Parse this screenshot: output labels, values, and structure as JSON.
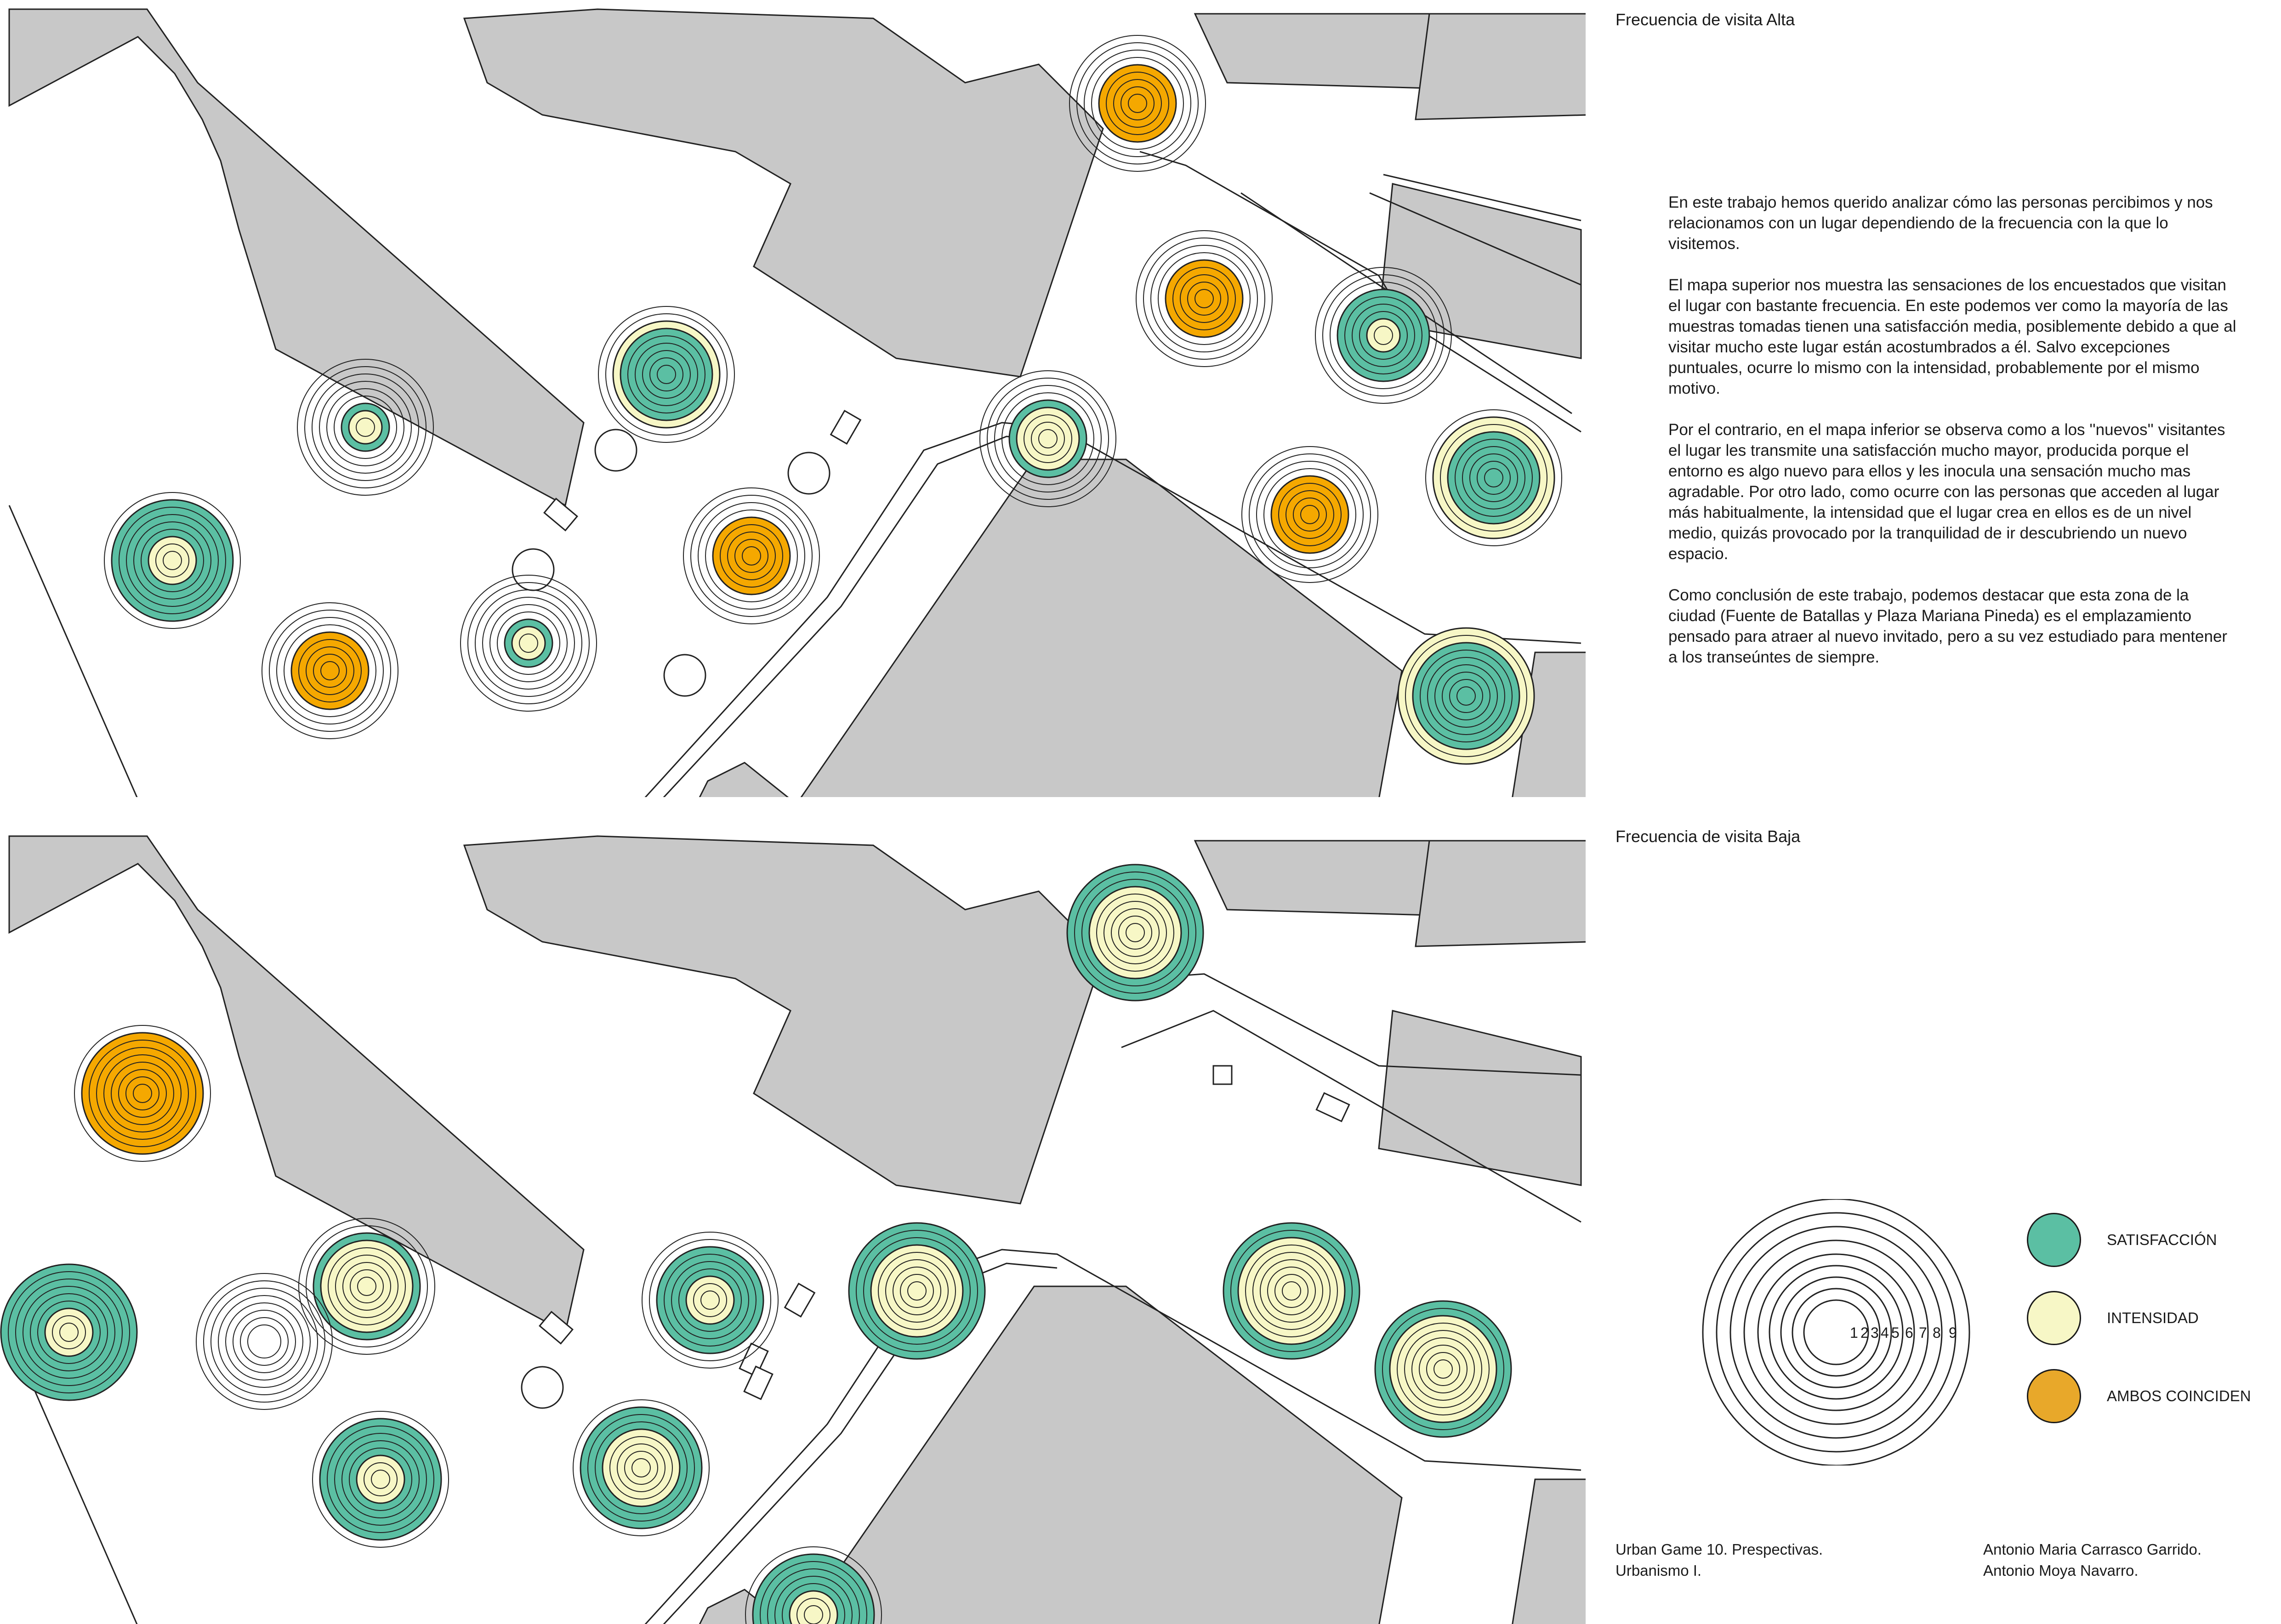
{
  "colors": {
    "satisfaccion": "#5bbfa3",
    "intensidad": "#f7f7c6",
    "ambos": "#f5a800",
    "building": "#c8c8c8",
    "line": "#222222"
  },
  "panels": {
    "top_title": "Frecuencia de visita Alta",
    "bottom_title": "Frecuencia de visita Baja"
  },
  "description": {
    "p1": "En este trabajo hemos querido analizar cómo las personas percibimos y nos relacionamos con un lugar dependiendo de la frecuencia con la que lo visitemos.",
    "p2": "El mapa superior nos muestra las sensaciones de los encuestados que visitan el lugar con bastante frecuencia. En este podemos ver como la mayoría de las muestras tomadas tienen una satisfacción media, posiblemente debido a que al visitar mucho este lugar están acostumbrados a él. Salvo excepciones puntuales, ocurre lo mismo con la intensidad, probablemente por el mismo motivo.",
    "p3": "Por el contrario, en el mapa inferior se observa como a los ''nuevos'' visitantes el lugar les transmite una satisfacción mucho mayor, producida porque el entorno es algo nuevo para ellos y les inocula una sensación mucho mas agradable. Por otro lado, como ocurre con las personas que acceden al lugar más habitualmente, la intensidad que el lugar crea en ellos es de un nivel medio, quizás provocado por la tranquilidad de ir descubriendo un nuevo espacio.",
    "p4": "Como conclusión de este trabajo, podemos destacar que esta zona de la ciudad (Fuente de Batallas y Plaza Mariana Pineda) es el emplazamiento pensado para atraer al nuevo invitado, pero a su vez estudiado para mentener a los transeúntes de siempre."
  },
  "legend": {
    "scale_labels": [
      "1",
      "2",
      "3",
      "4",
      "5",
      "6",
      "7",
      "8",
      "9"
    ],
    "items": [
      {
        "label": "SATISFACCIÓN",
        "color_key": "satisfaccion"
      },
      {
        "label": "INTENSIDAD",
        "color_key": "intensidad"
      },
      {
        "label": "AMBOS COINCIDEN",
        "color_key": "ambos"
      }
    ]
  },
  "footer": {
    "left_line1": "Urban Game 10. Prespectivas.",
    "left_line2": "Urbanismo I.",
    "right_line1": "Antonio Maria Carrasco Garrido.",
    "right_line2": "Antonio Moya Navarro."
  },
  "map_points": {
    "top": [
      {
        "satisfaccion": 3,
        "intensidad": 2
      },
      {
        "satisfaccion": 8,
        "intensidad": 3
      },
      {
        "satisfaccion": 5,
        "intensidad": 5
      },
      {
        "satisfaccion": 6,
        "intensidad": 7
      },
      {
        "satisfaccion": 5,
        "intensidad": 5
      },
      {
        "satisfaccion": 3,
        "intensidad": 2
      },
      {
        "satisfaccion": 5,
        "intensidad": 5
      },
      {
        "satisfaccion": 5,
        "intensidad": 5
      },
      {
        "satisfaccion": 5,
        "intensidad": 4
      },
      {
        "satisfaccion": 5,
        "intensidad": 5
      },
      {
        "satisfaccion": 6,
        "intensidad": 2
      },
      {
        "satisfaccion": 6,
        "intensidad": 8
      },
      {
        "satisfaccion": 7,
        "intensidad": 9
      }
    ],
    "bottom": [
      {
        "satisfaccion": 8,
        "intensidad": 8
      },
      {
        "satisfaccion": 7,
        "intensidad": 6
      },
      {
        "satisfaccion": 9,
        "intensidad": 3
      },
      {
        "satisfaccion": 0,
        "intensidad": 0
      },
      {
        "satisfaccion": 7,
        "intensidad": 3
      },
      {
        "satisfaccion": 9,
        "intensidad": 6
      },
      {
        "satisfaccion": 8,
        "intensidad": 3
      },
      {
        "satisfaccion": 8,
        "intensidad": 5
      },
      {
        "satisfaccion": 8,
        "intensidad": 3
      },
      {
        "satisfaccion": 9,
        "intensidad": 6
      },
      {
        "satisfaccion": 9,
        "intensidad": 7
      },
      {
        "satisfaccion": 9,
        "intensidad": 7
      }
    ]
  }
}
